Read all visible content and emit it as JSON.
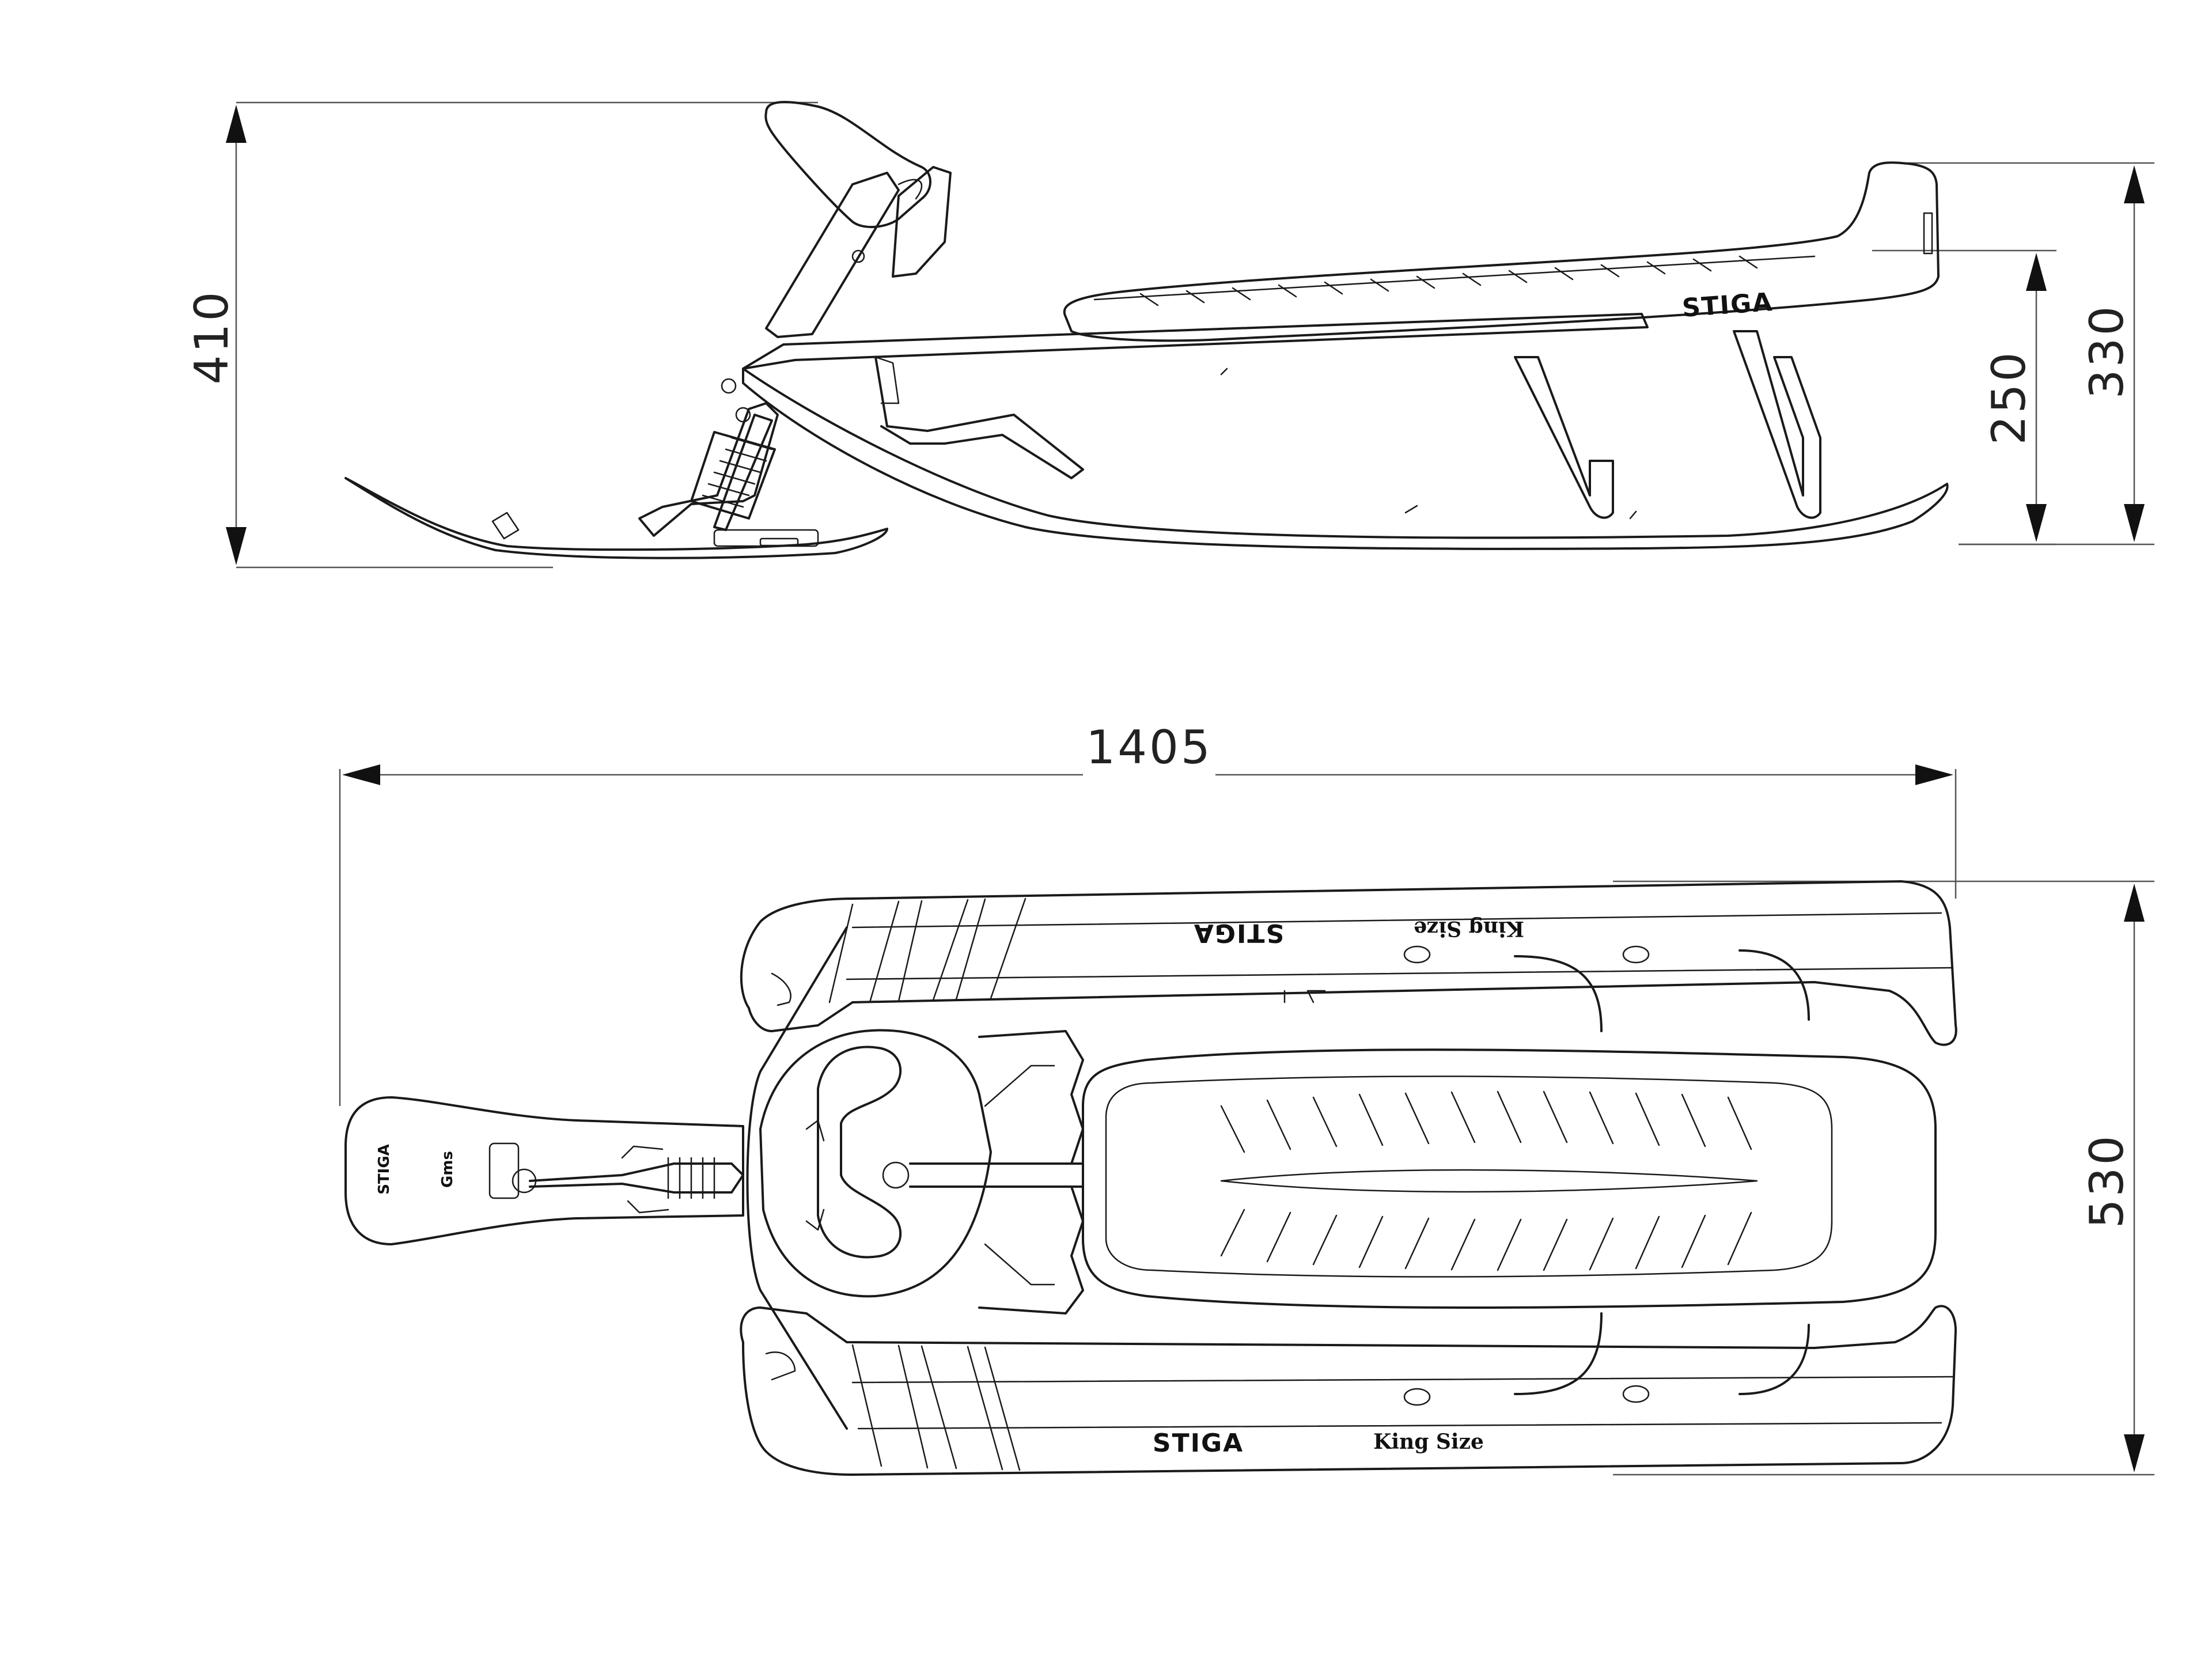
{
  "dimensions": {
    "height_total": "410",
    "seat_height": "250",
    "rear_height": "330",
    "length": "1405",
    "width": "530"
  },
  "labels": {
    "brand": "STIGA",
    "model": "King Size",
    "steering_brand": "STIGA",
    "steering_model": "Gms"
  }
}
